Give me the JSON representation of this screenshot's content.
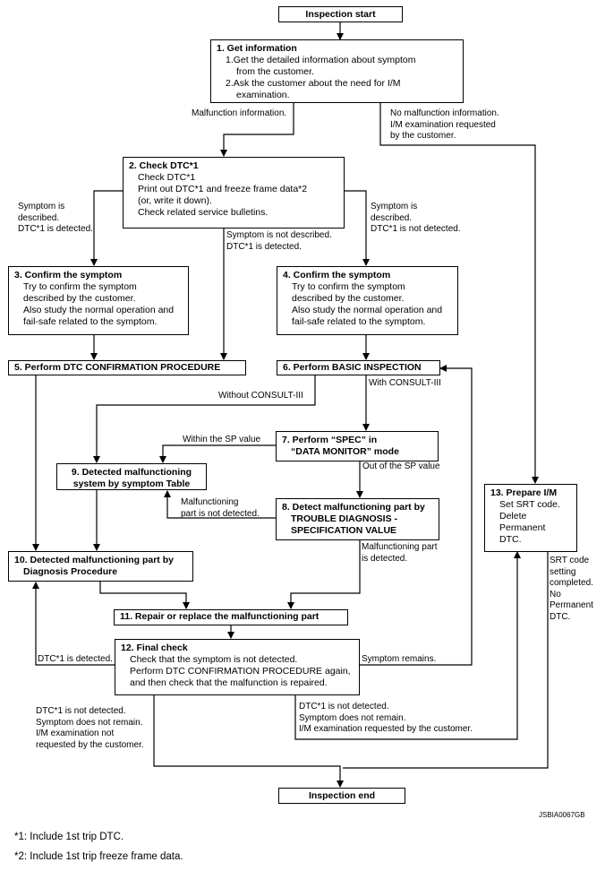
{
  "boxes": {
    "start": "Inspection start",
    "b1": {
      "title": "1. Get information",
      "lines": [
        "1.Get the detailed information about symptom",
        "   from the customer.",
        "2.Ask the customer about the need for I/M",
        "   examination."
      ]
    },
    "b2": {
      "title": "2. Check DTC*1",
      "lines": [
        "Check DTC*1",
        "Print out DTC*1 and freeze frame data*2",
        "(or, write it down).",
        "Check related service bulletins."
      ]
    },
    "b3": {
      "title": "3. Confirm the symptom",
      "lines": [
        "Try to confirm the symptom",
        "described by the customer.",
        "Also study the normal operation and",
        "fail-safe related to the symptom."
      ]
    },
    "b4": {
      "title": "4. Confirm the symptom",
      "lines": [
        "Try to confirm the symptom",
        "described by the customer.",
        "Also study the normal operation and",
        "fail-safe related to the symptom."
      ]
    },
    "b5": "5. Perform DTC CONFIRMATION PROCEDURE",
    "b6": "6. Perform BASIC INSPECTION",
    "b7": {
      "l1": "7. Perform “SPEC” in",
      "l2": "“DATA MONITOR” mode"
    },
    "b8": {
      "l1": "8. Detect malfunctioning part by",
      "l2": "TROUBLE DIAGNOSIS -",
      "l3": "SPECIFICATION VALUE"
    },
    "b9": {
      "l1": "9. Detected malfunctioning",
      "l2": "system by symptom Table"
    },
    "b10": {
      "l1": "10. Detected malfunctioning part by",
      "l2": "Diagnosis Procedure"
    },
    "b11": "11. Repair or replace the malfunctioning part",
    "b12": {
      "title": "12. Final check",
      "lines": [
        "Check that the symptom is not detected.",
        "Perform DTC CONFIRMATION PROCEDURE again,",
        "and then check that the malfunction is repaired."
      ]
    },
    "b13": {
      "title": "13. Prepare I/M",
      "lines": [
        "Set SRT code.",
        "Delete",
        "Permanent",
        "DTC."
      ]
    },
    "end": "Inspection end"
  },
  "labels": {
    "malfunction_info": "Malfunction information.",
    "no_malfunction": [
      "No malfunction information.",
      "I/M examination requested",
      "by the customer."
    ],
    "sym_described_detected": [
      "Symptom is",
      "described.",
      "DTC*1 is detected."
    ],
    "sym_not_described": [
      "Symptom is not described.",
      "DTC*1 is detected."
    ],
    "sym_described_not_detected": [
      "Symptom is",
      "described.",
      "DTC*1 is not detected."
    ],
    "without_consult": "Without CONSULT-III",
    "with_consult": "With CONSULT-III",
    "within_sp": "Within the SP value",
    "out_sp": "Out of the SP value",
    "malf_not_detected": [
      "Malfunctioning",
      "part is not detected."
    ],
    "malf_detected": [
      "Malfunctioning part",
      "is detected."
    ],
    "dtc_detected": "DTC*1 is detected.",
    "symptom_remains": "Symptom remains.",
    "srt_completed": [
      "SRT code",
      "setting",
      "completed.",
      "No",
      "Permanent",
      "DTC."
    ],
    "end_left": [
      "DTC*1 is not detected.",
      "Symptom does not remain.",
      "I/M examination not",
      "requested by the customer."
    ],
    "end_mid": [
      "DTC*1 is not detected.",
      "Symptom does not remain.",
      "I/M examination requested by the customer."
    ]
  },
  "figure_code": "JSBIA0067GB",
  "footnotes": [
    "*1: Include 1st trip DTC.",
    "*2: Include 1st trip freeze frame data."
  ]
}
